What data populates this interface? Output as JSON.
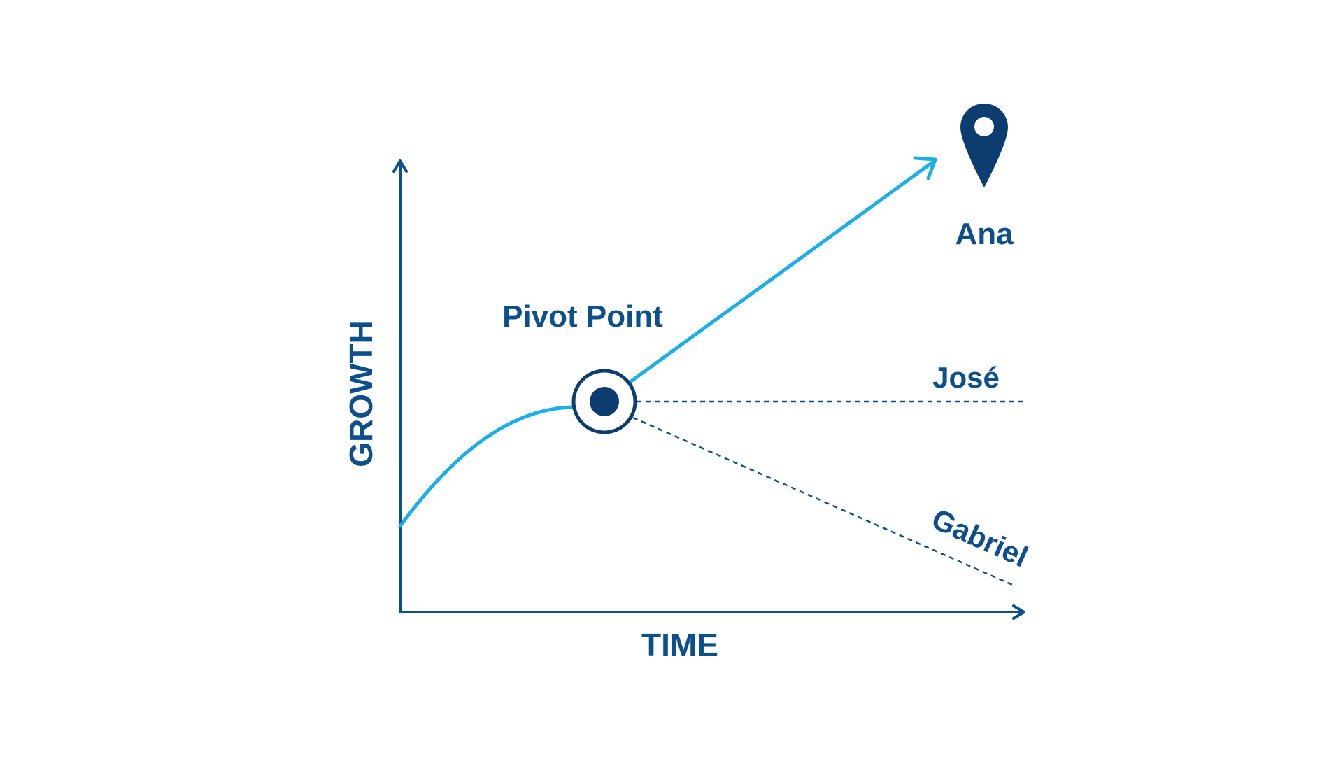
{
  "diagram": {
    "x_axis_label": "TIME",
    "y_axis_label": "GROWTH",
    "pivot_label": "Pivot Point",
    "paths": [
      {
        "name": "Ana",
        "style": "solid-arrow"
      },
      {
        "name": "José",
        "style": "dotted-flat"
      },
      {
        "name": "Gabriel",
        "style": "dotted-declining"
      }
    ],
    "icons": {
      "pivot": "target-icon",
      "destination": "location-pin-icon"
    },
    "colors": {
      "axis": "#0d4f8b",
      "curve": "#1aaeea",
      "text": "#0d4f8b",
      "marker": "#0c3d6e"
    }
  }
}
